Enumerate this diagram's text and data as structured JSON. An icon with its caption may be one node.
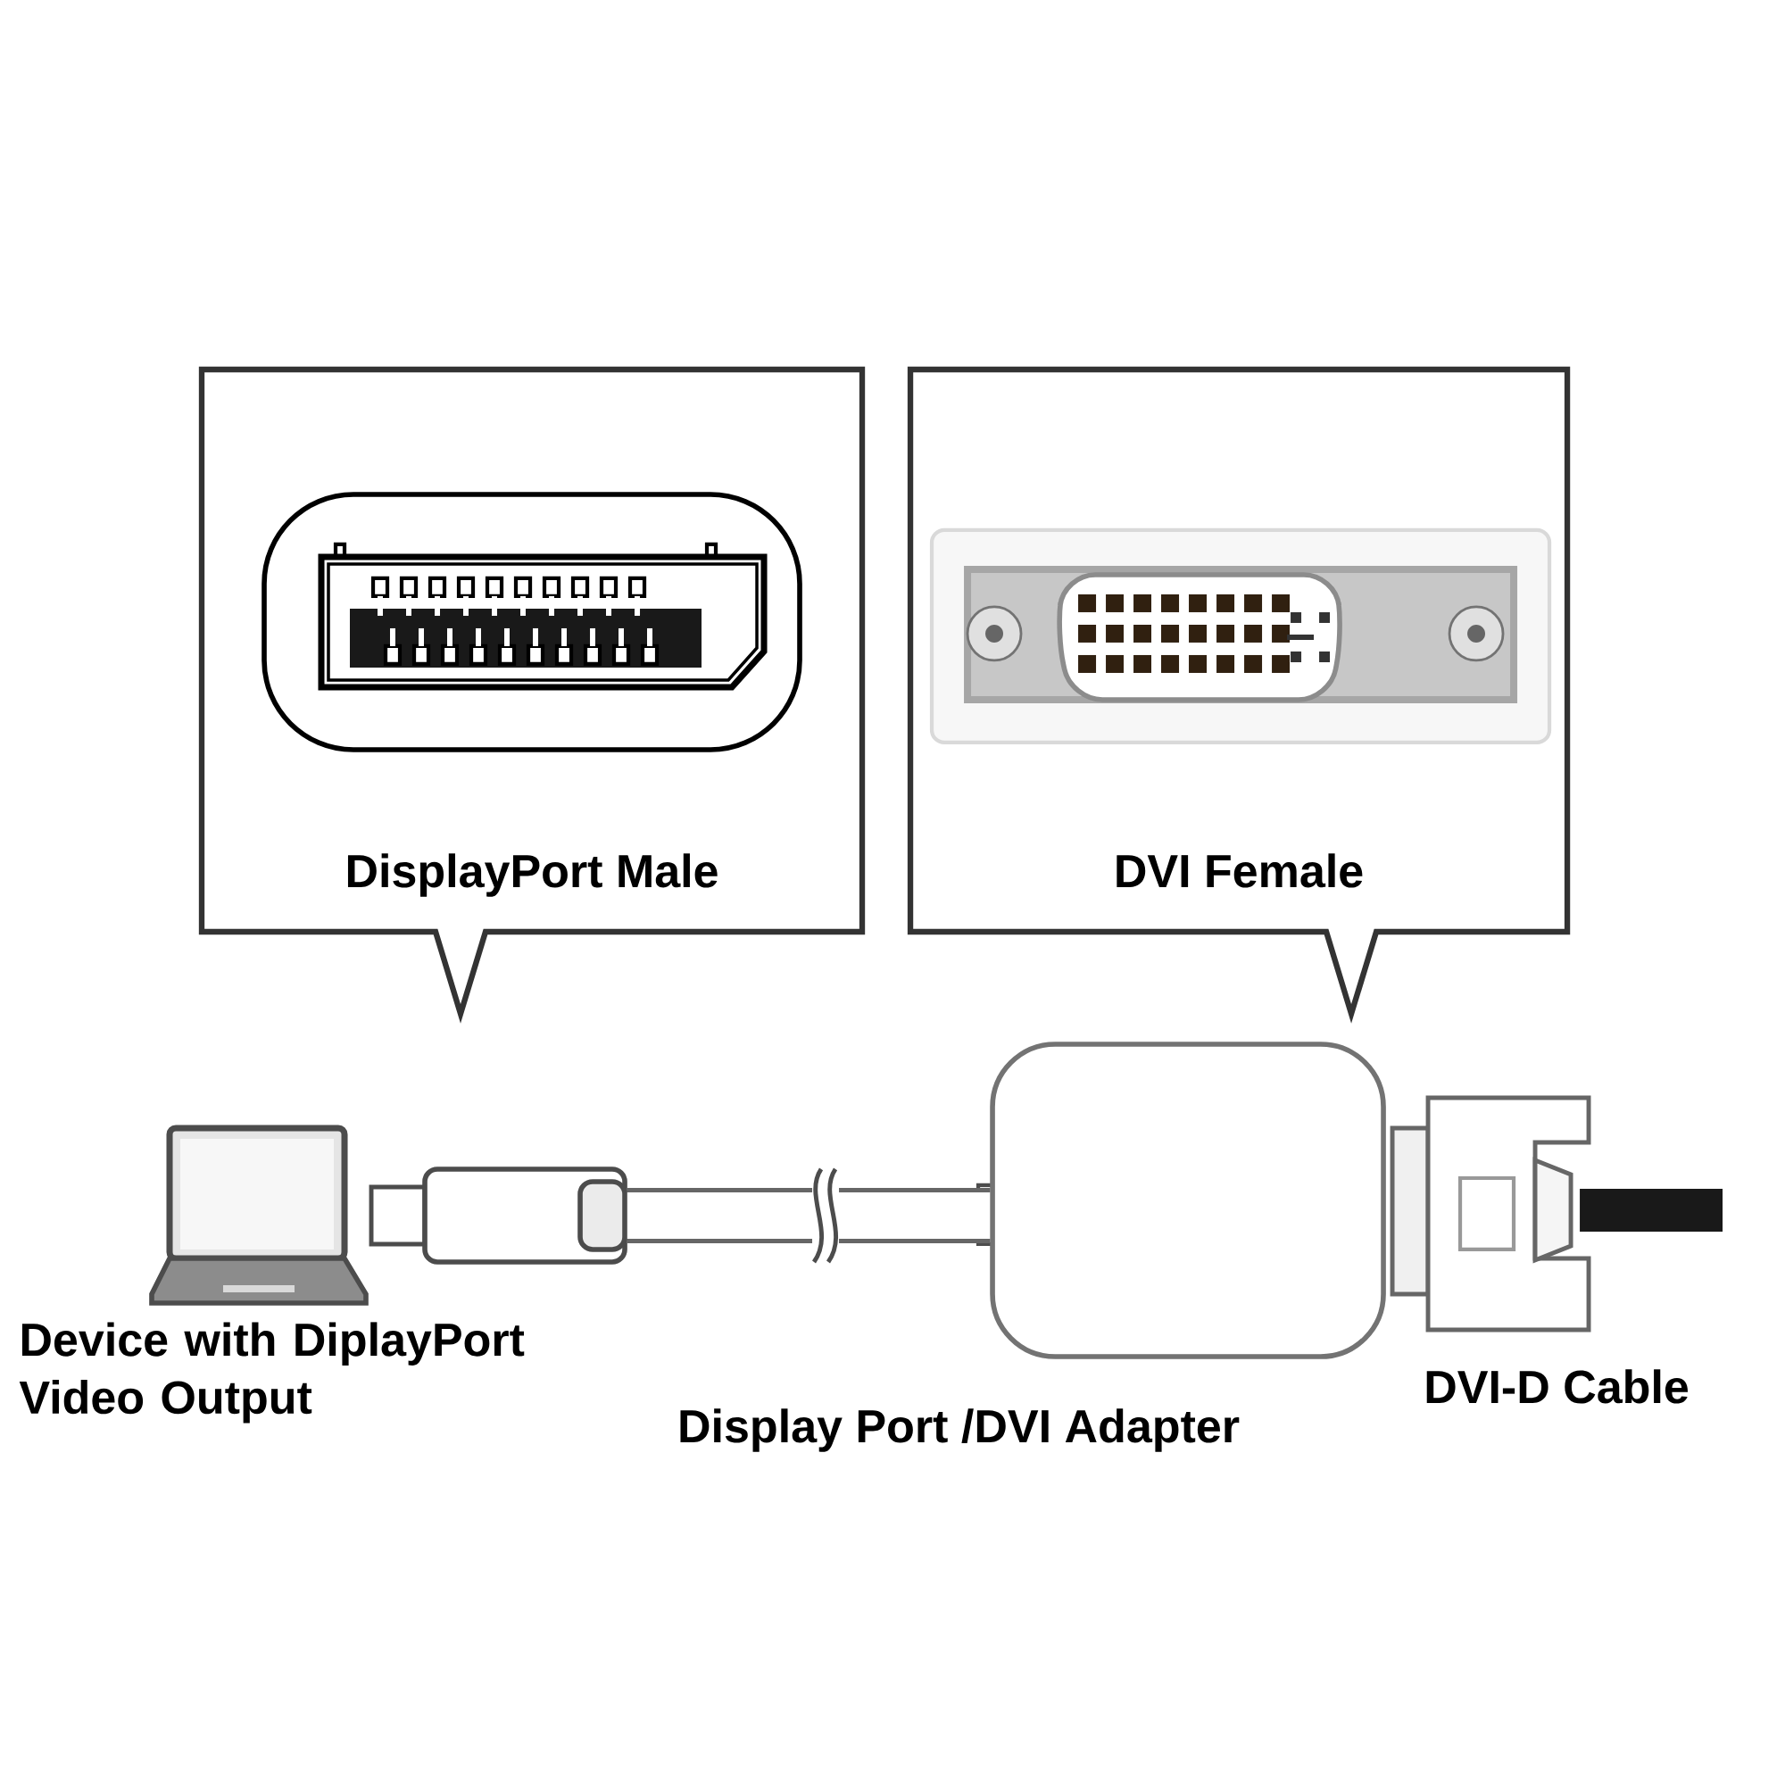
{
  "diagram": {
    "nodes": [
      {
        "text": [
          "DisplayPort Male"
        ]
      },
      {
        "text": [
          "DVI Female"
        ]
      },
      {
        "text": [
          "Device with DiplayPort Video Output"
        ]
      },
      {
        "text": [],
        "shape": "box"
      },
      {
        "text": [
          "Display Port /DVI Adapter"
        ]
      },
      {
        "text": [
          "DVI-D Cable"
        ]
      }
    ],
    "edges": [
      {
        "from": 3,
        "to": 4,
        "arrow": "none"
      }
    ]
  }
}
